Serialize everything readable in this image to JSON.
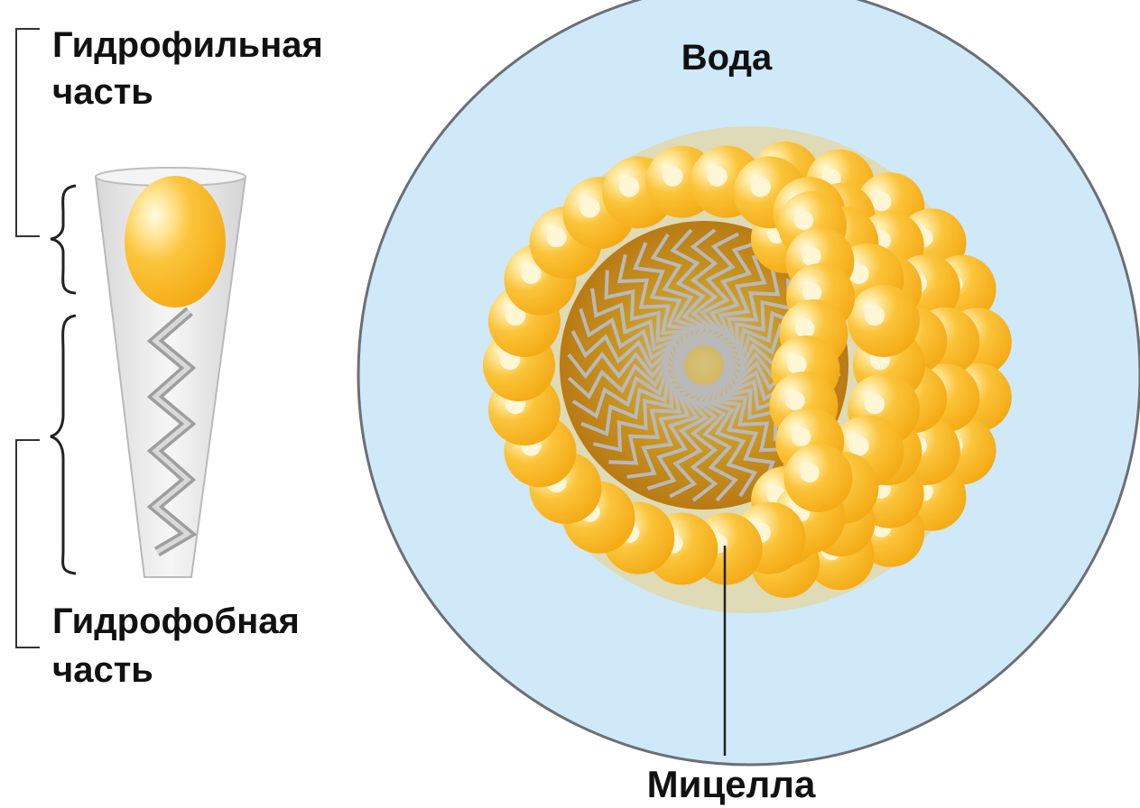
{
  "labels": {
    "hydrophilic_line1": "Гидрофильная",
    "hydrophilic_line2": "часть",
    "hydrophobic_line1": "Гидрофобная",
    "hydrophobic_line2": "часть",
    "water": "Вода",
    "micelle": "Мицелла"
  },
  "colors": {
    "water": "#cfe9f9",
    "water_border": "#6b6f75",
    "head": "#f7b21a",
    "head_highlight": "#fff3c4",
    "core": "#c98b1d",
    "tail": "#b8b8b8",
    "cone": "#eeeeee",
    "text": "#111111"
  },
  "icons": [
    "brace-icon",
    "bracket-icon",
    "surfactant-molecule-icon",
    "micelle-icon",
    "pointer-line-icon"
  ]
}
